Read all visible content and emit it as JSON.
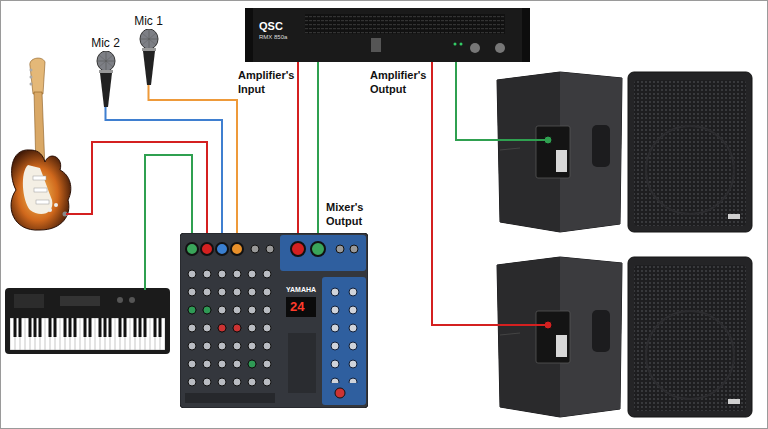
{
  "diagram": {
    "nodes": [
      {
        "text": [
          "QSC",
          "RMX 850a"
        ]
      },
      {
        "text": [
          "Mic 1"
        ]
      },
      {
        "text": [
          "Mic 2"
        ]
      },
      {
        "text": [
          "YAMAHA",
          "24"
        ]
      }
    ],
    "edges": [
      {
        "from": 1,
        "to": 3,
        "arrow": "none"
      },
      {
        "from": 2,
        "to": 3,
        "arrow": "none"
      },
      {
        "from": 3,
        "to": 0,
        "arrow": "none"
      },
      {
        "from": 3,
        "to": 0,
        "arrow": "none"
      }
    ],
    "labels": [
      "Amplifier's Input",
      "Amplifier's Output",
      "Mixer's Output"
    ]
  }
}
